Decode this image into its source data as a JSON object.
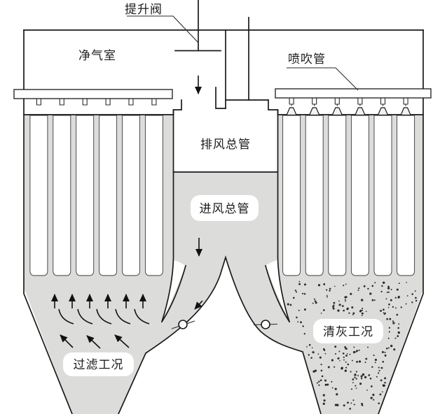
{
  "labels": {
    "lift_valve": "提升阀",
    "clean_gas_chamber": "净气室",
    "blow_pipe": "喷吹管",
    "exhaust_duct": "排风总管",
    "inlet_duct": "进风总管",
    "filtering_mode": "过滤工况",
    "cleaning_mode": "清灰工况"
  },
  "counts": {
    "filter_bags_per_chamber": 6,
    "spray_nozzles": 6,
    "pulse_stubs": 6,
    "up_arrows": 6,
    "flow_arcs": 5,
    "diagonal_arrows": 3,
    "dampers": 2,
    "dust_dots": 240
  },
  "colors": {
    "shell_gray": "#dcdcda",
    "line": "#1a1a1a",
    "dust": "#1a1a1a",
    "background": "#ffffff"
  }
}
